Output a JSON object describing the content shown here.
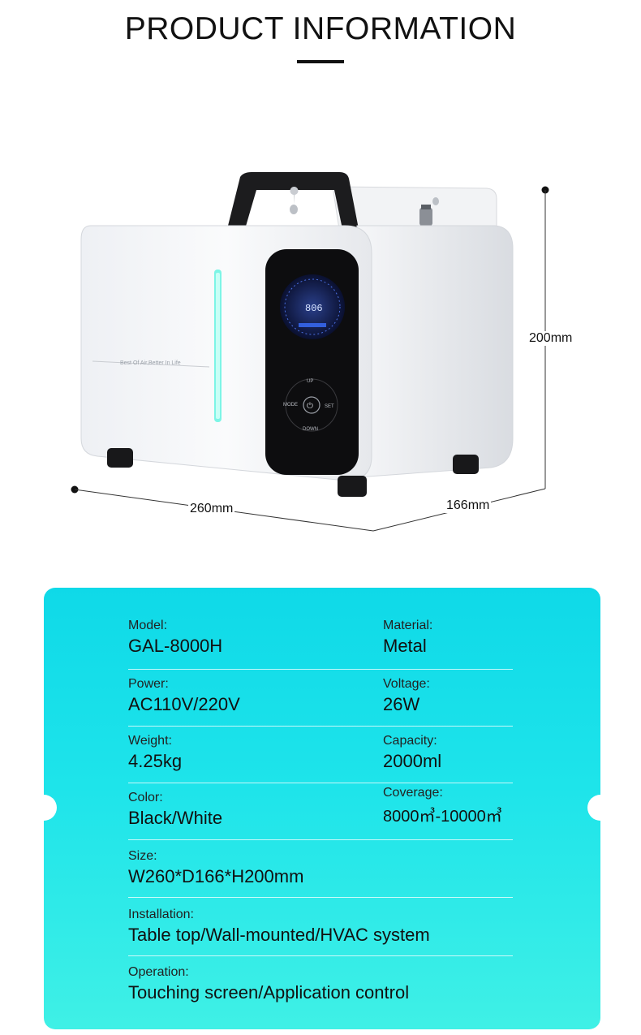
{
  "header": {
    "title": "PRODUCT INFORMATION"
  },
  "product": {
    "slogan": "Best Of Air,Better In Life",
    "display_readout": "806",
    "buttons": {
      "up": "UP",
      "mode": "MODE",
      "set": "SET",
      "down": "DOWN"
    },
    "dimensions": {
      "height": "200mm",
      "width": "260mm",
      "depth": "166mm"
    }
  },
  "specs": {
    "model": {
      "label": "Model:",
      "value": "GAL-8000H"
    },
    "material": {
      "label": "Material:",
      "value": "Metal"
    },
    "power": {
      "label": "Power:",
      "value": "AC110V/220V"
    },
    "voltage": {
      "label": "Voltage:",
      "value": "26W"
    },
    "weight": {
      "label": "Weight:",
      "value": "4.25kg"
    },
    "capacity": {
      "label": "Capacity:",
      "value": "2000ml"
    },
    "color": {
      "label": "Color:",
      "value": "Black/White"
    },
    "coverage": {
      "label": "Coverage:",
      "value": "8000㎥-10000㎥"
    },
    "size": {
      "label": "Size:",
      "value": "W260*D166*H200mm"
    },
    "installation": {
      "label": "Installation:",
      "value": "Table top/Wall-mounted/HVAC system"
    },
    "operation": {
      "label": "Operation:",
      "value": "Touching screen/Application control"
    }
  },
  "colors": {
    "card_top": "#0fd9e8",
    "card_bottom": "#3ff0e6",
    "led": "#7df5e6",
    "panel": "#0d0d0f"
  }
}
